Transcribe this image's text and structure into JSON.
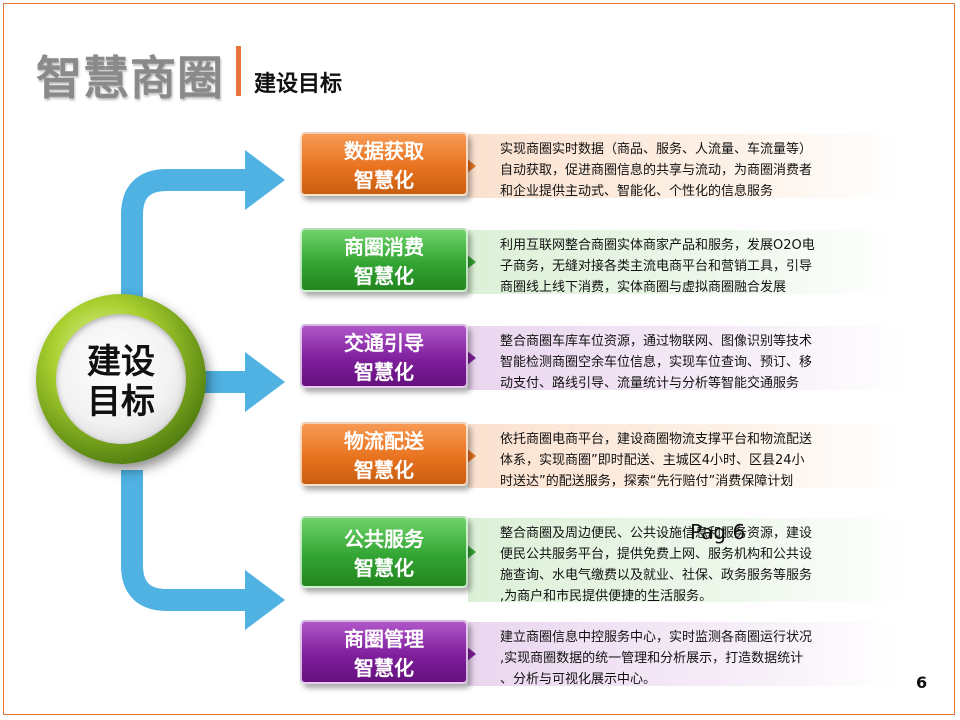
{
  "header": {
    "title": "智慧商圈",
    "subtitle": "建设目标"
  },
  "hub": {
    "line1": "建设",
    "line2": "目标"
  },
  "items": [
    {
      "label1": "数据获取",
      "label2": "智慧化",
      "color": "#e8731f",
      "lines": [
        "实现商圈实时数据（商品、服务、人流量、车流量等）",
        "自动获取，促进商圈信息的共享与流动，为商圈消费者",
        "和企业提供主动式、智能化、个性化的信息服务"
      ]
    },
    {
      "label1": "商圈消费",
      "label2": "智慧化",
      "color": "#33a533",
      "lines": [
        "利用互联网整合商圈实体商家产品和服务，发展O2O电",
        "子商务，无缝对接各类主流电商平台和营销工具，引导",
        "商圈线上线下消费，实体商圈与虚拟商圈融合发展"
      ]
    },
    {
      "label1": "交通引导",
      "label2": "智慧化",
      "color": "#7f1f9c",
      "lines": [
        "整合商圈车库车位资源，通过物联网、图像识别等技术",
        "智能检测商圈空余车位信息，实现车位查询、预订、移",
        "动支付、路线引导、流量统计与分析等智能交通服务"
      ]
    },
    {
      "label1": "物流配送",
      "label2": "智慧化",
      "color": "#e8731f",
      "lines": [
        "依托商圈电商平台，建设商圈物流支撑平台和物流配送",
        "体系，实现商圈”即时配送、主城区4小时、区县24小",
        "时送达”的配送服务，探索“先行赔付”消费保障计划"
      ]
    },
    {
      "label1": "公共服务",
      "label2": "智慧化",
      "color": "#33a533",
      "lines": [
        "整合商圈及周边便民、公共设施信息和服务资源，建设",
        "便民公共服务平台，提供免费上网、服务机构和公共设",
        "施查询、水电气缴费以及就业、社保、政务服务等服务",
        ",为商户和市民提供便捷的生活服务。"
      ]
    },
    {
      "label1": "商圈管理",
      "label2": "智慧化",
      "color": "#7f1f9c",
      "lines": [
        "建立商圈信息中控服务中心，实时监测各商圈运行状况",
        ",实现商圈数据的统一管理和分析展示，打造数据统计",
        "、分析与可视化展示中心。"
      ]
    }
  ],
  "stray_text": "Pag 6",
  "page_number": "6"
}
